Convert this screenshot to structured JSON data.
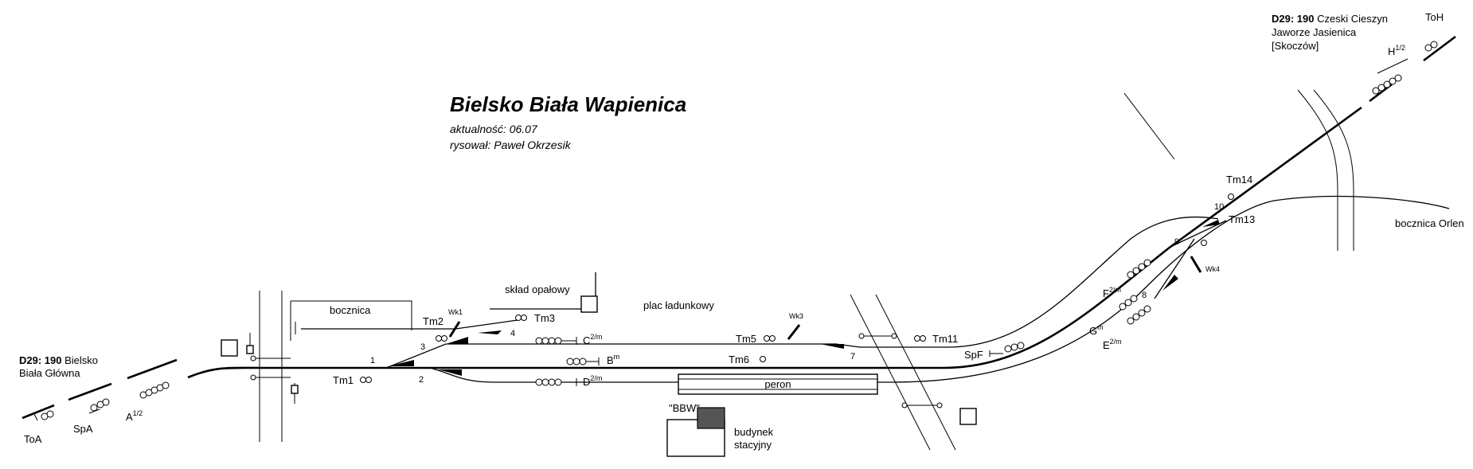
{
  "header": {
    "title": "Bielsko Biała Wapienica",
    "updated": "aktualność: 06.07",
    "author": "rysował: Paweł Okrzesik"
  },
  "directions": {
    "west": {
      "line": "D29: 190",
      "dest1": "Bielsko",
      "dest2": "Biała Główna"
    },
    "east": {
      "line": "D29: 190",
      "dest1": "Czeski Cieszyn",
      "dest2": "Jaworze Jasienica",
      "dest3": "[Skoczów]"
    }
  },
  "places": {
    "siding": "bocznica",
    "fuel_store": "skład opałowy",
    "loading_yard": "plac ładunkowy",
    "platform": "peron",
    "building_code": "\"BBW\"",
    "building_line1": "budynek",
    "building_line2": "stacyjny",
    "orlen_siding": "bocznica Orlen"
  },
  "signals": {
    "toa": "ToA",
    "spa": "SpA",
    "a": "A",
    "a_sup": "1/2",
    "toh": "ToH",
    "h": "H",
    "h_sup": "1/2",
    "b": "B",
    "b_sup": "m",
    "c": "C",
    "c_sup": "2/m",
    "d": "D",
    "d_sup": "2/m",
    "e": "E",
    "e_sup": "2/m",
    "f": "F",
    "f_sup": "2/m",
    "g": "G",
    "g_sup": "m",
    "spf": "SpF",
    "tm1": "Tm1",
    "tm2": "Tm2",
    "tm3": "Tm3",
    "tm5": "Tm5",
    "tm6": "Tm6",
    "tm11": "Tm11",
    "tm13": "Tm13",
    "tm14": "Tm14"
  },
  "switches": [
    "1",
    "2",
    "3",
    "4",
    "7",
    "8",
    "9",
    "10"
  ],
  "crossings": {
    "wk1": "Wk1",
    "wk3": "Wk3",
    "wk4": "Wk4"
  }
}
